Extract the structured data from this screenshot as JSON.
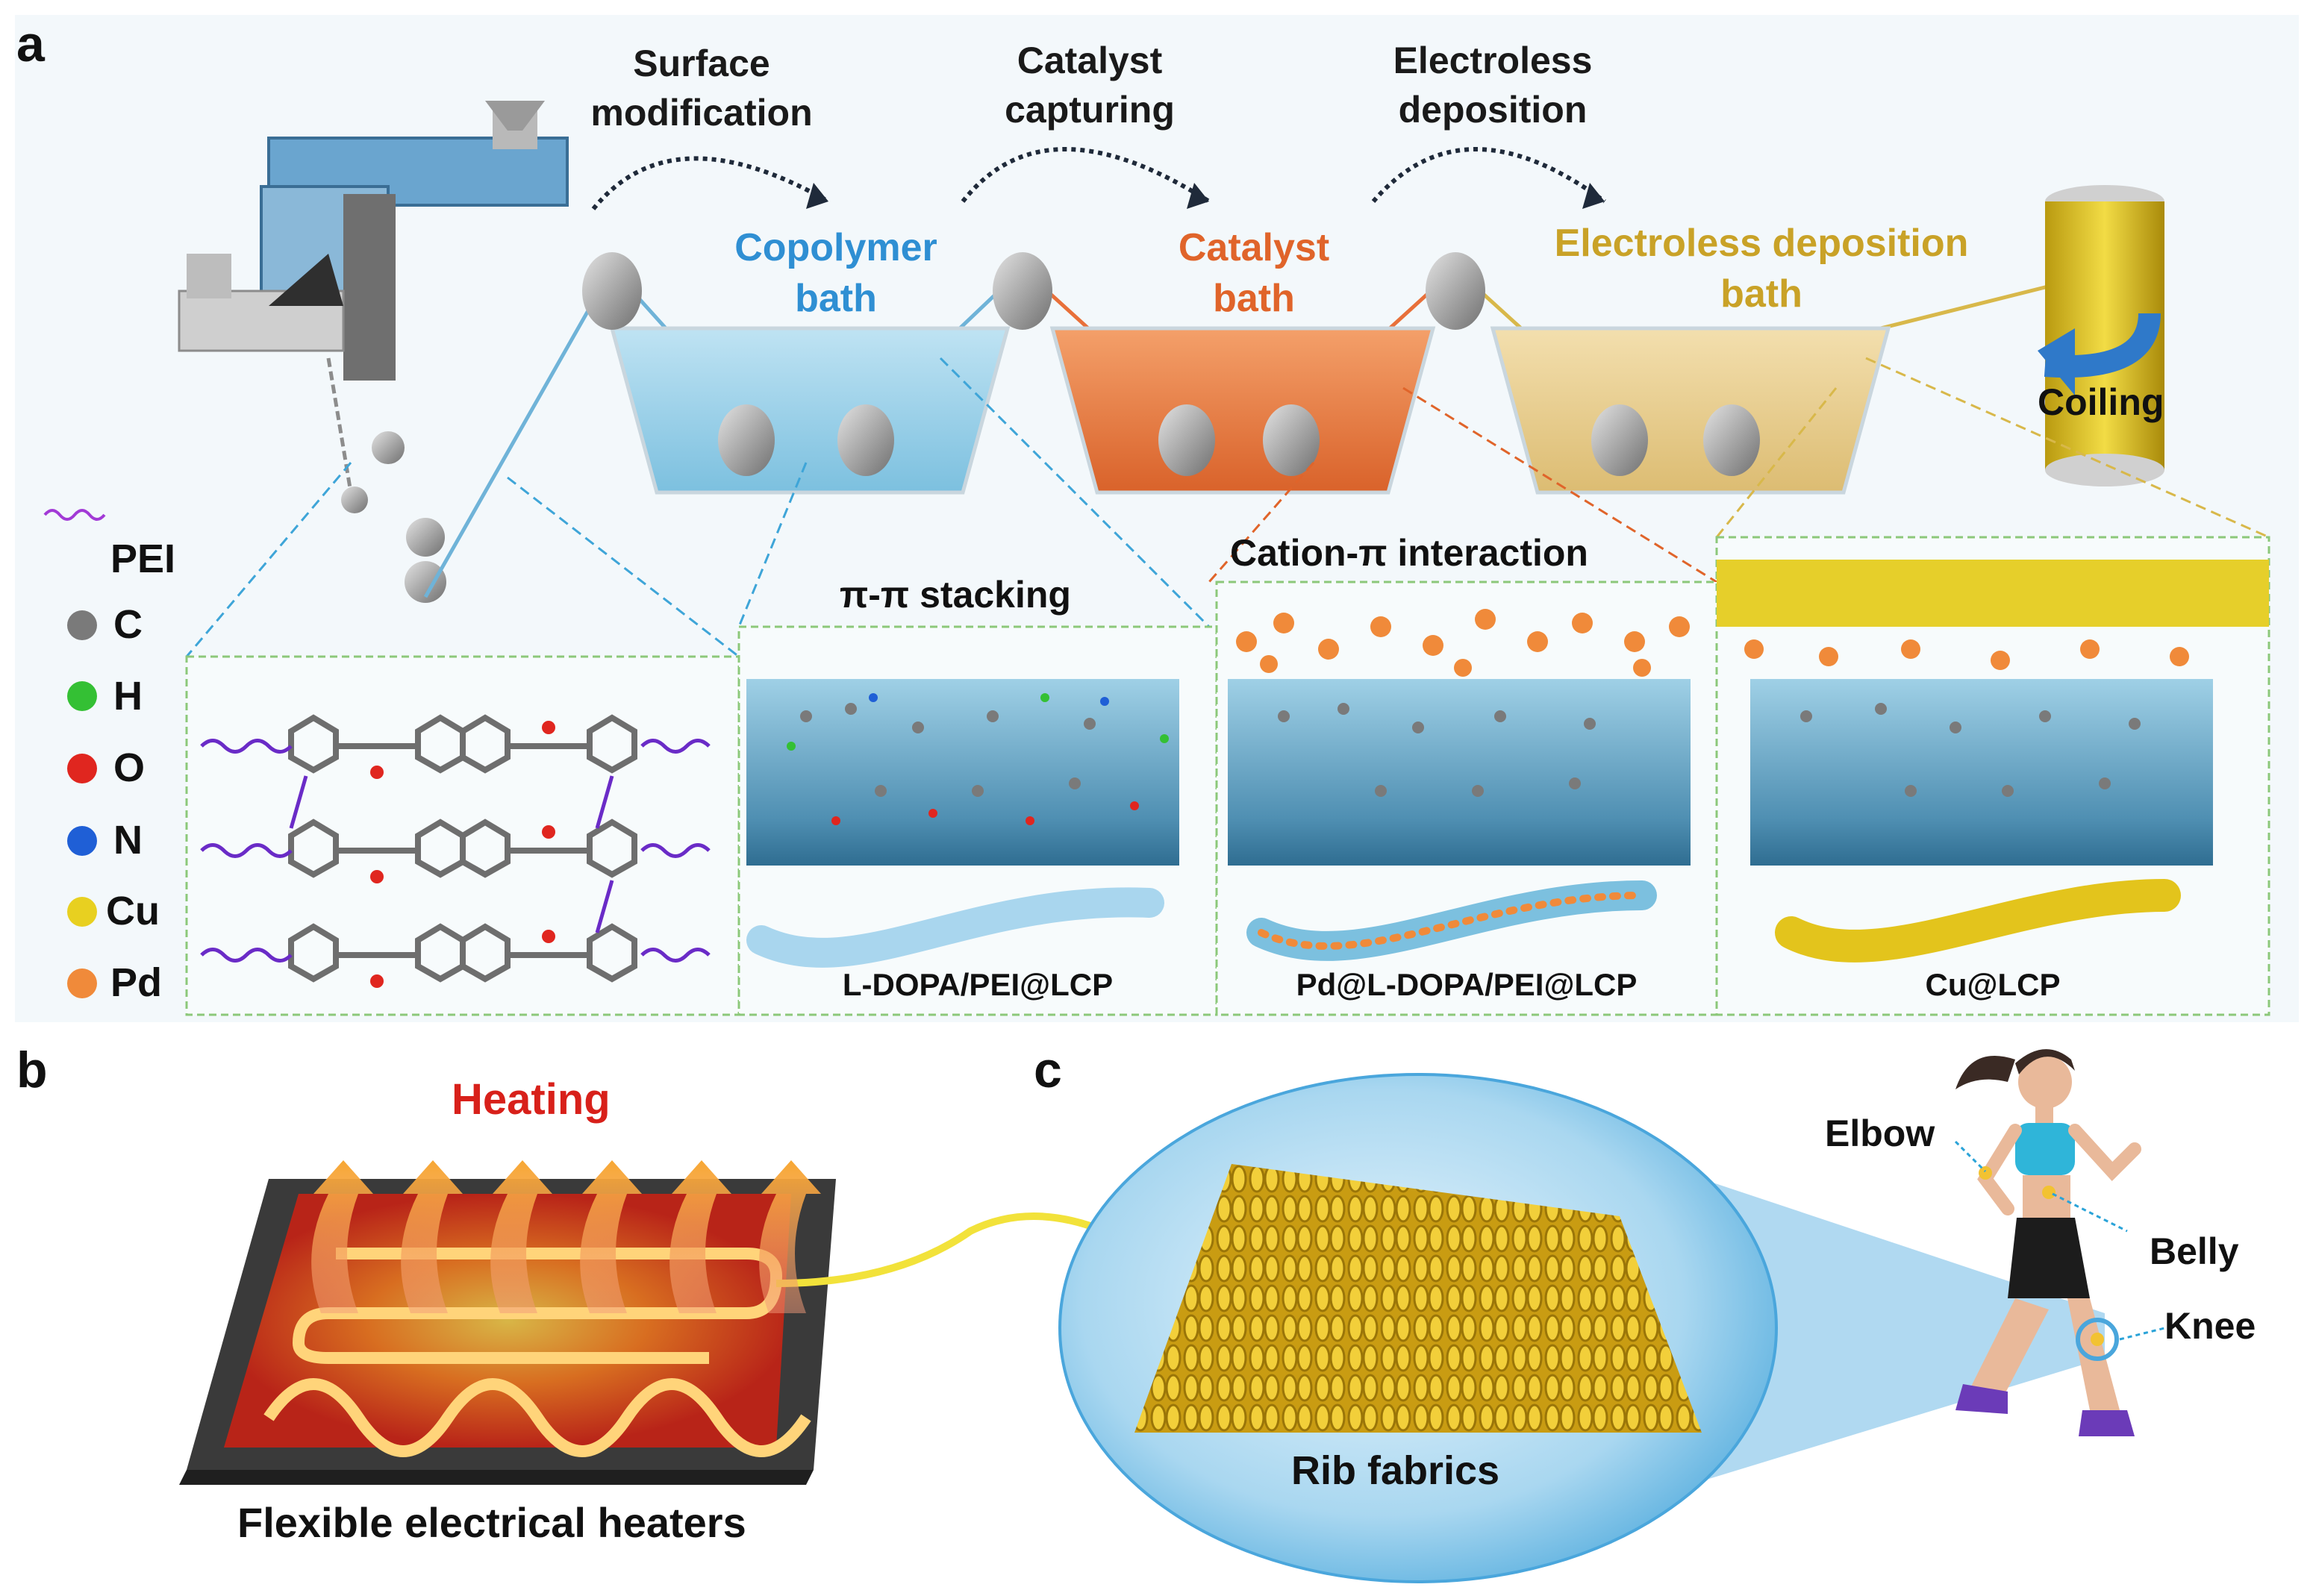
{
  "panels": {
    "a": "a",
    "b": "b",
    "c": "c"
  },
  "process_steps": [
    "Surface\nmodification",
    "Catalyst\ncapturing",
    "Electroless\ndeposition"
  ],
  "baths": {
    "copolymer": "Copolymer\nbath",
    "catalyst": "Catalyst\nbath",
    "deposition": "Electroless deposition\nbath"
  },
  "coiling_label": "Coiling",
  "legend": [
    {
      "symbol": "PEI-icon",
      "label": "PEI",
      "color": "#a23ad6"
    },
    {
      "symbol": "atom",
      "label": "C",
      "color": "#7a7a7a"
    },
    {
      "symbol": "atom",
      "label": "H",
      "color": "#34c034"
    },
    {
      "symbol": "atom",
      "label": "O",
      "color": "#e0261f"
    },
    {
      "symbol": "atom",
      "label": "N",
      "color": "#1f5fd6"
    },
    {
      "symbol": "atom",
      "label": "Cu",
      "color": "#e8d020"
    },
    {
      "symbol": "atom",
      "label": "Pd",
      "color": "#f08a3a"
    }
  ],
  "mechanisms": {
    "pi_stacking": "π-π stacking",
    "cation_pi": "Cation-π interaction"
  },
  "fiber_captions": [
    "L-DOPA/PEI@LCP",
    "Pd@L-DOPA/PEI@LCP",
    "Cu@LCP"
  ],
  "panel_b": {
    "heating": "Heating",
    "caption": "Flexible electrical heaters"
  },
  "panel_c": {
    "caption": "Rib fabrics",
    "body_points": [
      "Elbow",
      "Belly",
      "Knee"
    ]
  },
  "colors": {
    "copolymer": "#2f8fd3",
    "catalyst": "#e0642a",
    "deposition": "#c9a227",
    "heating": "#d8201a",
    "panel_bg": "#f2f8fb",
    "guide_dash": "#8cc87a"
  }
}
